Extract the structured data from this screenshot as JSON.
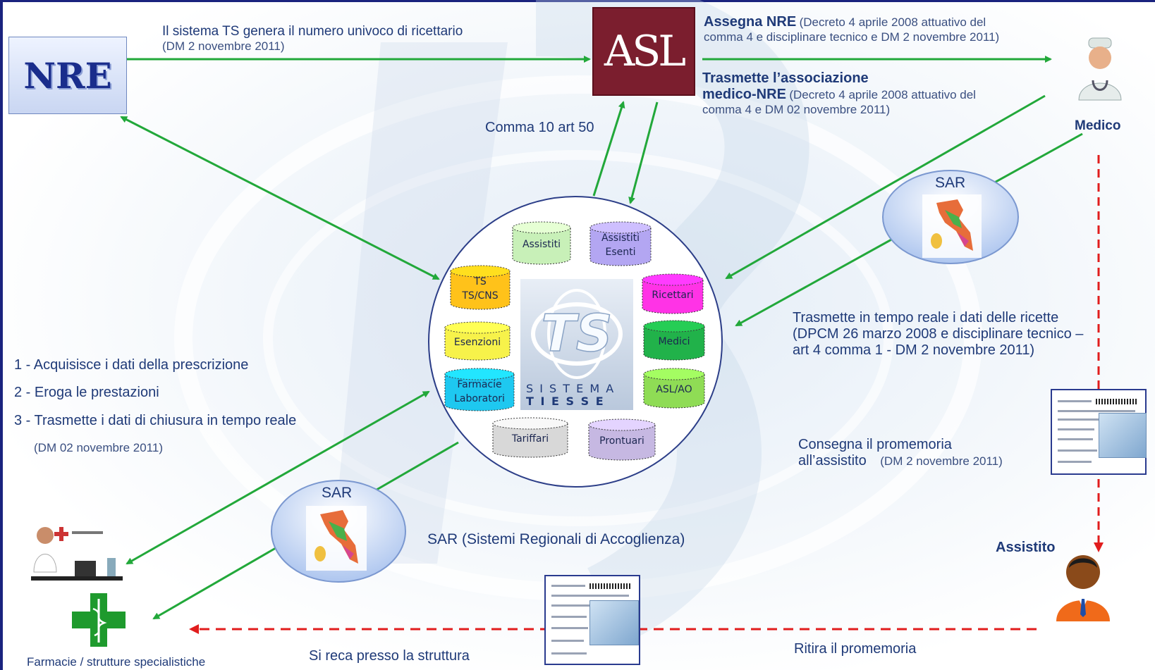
{
  "nre": {
    "label": "NRE"
  },
  "asl": {
    "label": "ASL"
  },
  "sistema_ts_genera": {
    "line1": "Il sistema TS genera il numero univoco di ricettario",
    "line2": "(DM 2 novembre 2011)"
  },
  "assegna_nre": {
    "title": "Assegna NRE",
    "detail1": "(Decreto 4 aprile 2008 attuativo del",
    "detail2": "comma 4 e disciplinare tecnico e DM 2 novembre 2011)"
  },
  "trasmette_associazione": {
    "line1": "Trasmette l’associazione",
    "line2_bold": "medico-NRE",
    "line2_detail": "(Decreto 4 aprile 2008 attuativo del",
    "line3": "comma 4 e DM 02 novembre 2011)"
  },
  "comma10": {
    "label": "Comma 10 art 50"
  },
  "medico": {
    "label": "Medico"
  },
  "sar_top": {
    "label": "SAR"
  },
  "sar_bottom": {
    "label": "SAR"
  },
  "trasmette_tempo_reale": {
    "line1": "Trasmette in tempo reale i dati delle ricette",
    "line2": "(DPCM 26 marzo 2008 e disciplinare tecnico –",
    "line3": "art 4 comma 1 - DM 2 novembre 2011)"
  },
  "steps": [
    {
      "label": "1 - Acquisisce i dati della prescrizione"
    },
    {
      "label": "2 - Eroga le prestazioni"
    },
    {
      "label": "3 - Trasmette i dati di chiusura  in tempo reale"
    }
  ],
  "steps_ref": "(DM 02 novembre 2011)",
  "consegna": {
    "line1": "Consegna il promemoria",
    "line2": "all’assistito",
    "ref": "(DM 2 novembre 2011)"
  },
  "sar_definition": "SAR (Sistemi Regionali di Accoglienza)",
  "assistito": {
    "label": "Assistito"
  },
  "farmacie_strutture": {
    "label": "Farmacie / strutture specialistiche"
  },
  "si_reca": {
    "label": "Si reca presso la struttura"
  },
  "ritira": {
    "label": "Ritira il promemoria"
  },
  "hub": {
    "logo_text": "TS",
    "brand_line1": "S I S T E M A",
    "brand_line2": "T I E S S E",
    "databases": [
      {
        "label": "Assistiti",
        "label2": "",
        "color": "#c8f0b8"
      },
      {
        "label": "Assistiti",
        "label2": "Esenti",
        "color": "#b3a6f2"
      },
      {
        "label": "TS",
        "label2": "TS/CNS",
        "color": "#ffc21a"
      },
      {
        "label": "Ricettari",
        "label2": "",
        "color": "#ff33e6"
      },
      {
        "label": "Esenzioni",
        "label2": "",
        "color": "#f7f24a"
      },
      {
        "label": "Medici",
        "label2": "",
        "color": "#21b24a"
      },
      {
        "label": "Farmacie",
        "label2": "Laboratori",
        "color": "#1ec8f0"
      },
      {
        "label": "ASL/AO",
        "label2": "",
        "color": "#8fdc55"
      },
      {
        "label": "Tariffari",
        "label2": "",
        "color": "#d8d8d8"
      },
      {
        "label": "Prontuari",
        "label2": "",
        "color": "#c6b8e2"
      }
    ]
  },
  "colors": {
    "arrow_green": "#22a83a",
    "arrow_red": "#e11d1d",
    "text_blue": "#1f3a78",
    "asl_red": "#7b1e2e"
  }
}
